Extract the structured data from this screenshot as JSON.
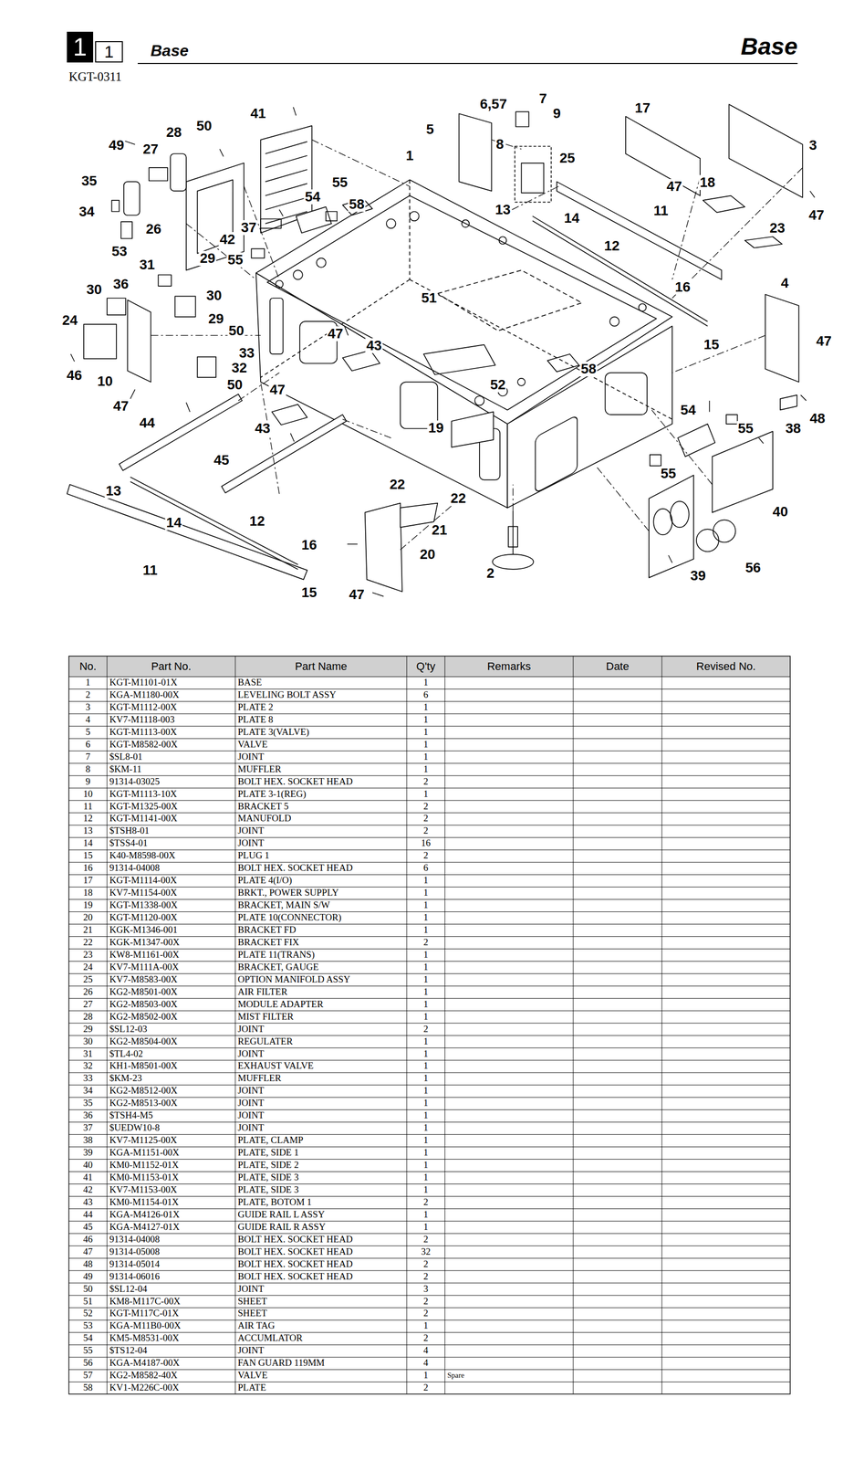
{
  "diagram": {
    "title": "Base",
    "nodes": [
      {
        "text": [
          "1"
        ]
      },
      {
        "text": [
          "1"
        ]
      }
    ],
    "edges": [],
    "labels": [
      "Base",
      "KGT-0311",
      "6,57",
      "7",
      "9",
      "5",
      "8",
      "25",
      "17",
      "3",
      "41",
      "1",
      "28",
      "50",
      "49",
      "27",
      "35",
      "34",
      "26",
      "53",
      "42",
      "37",
      "54",
      "55",
      "58",
      "55",
      "47",
      "18",
      "47",
      "13",
      "14",
      "11",
      "23",
      "12",
      "16",
      "4",
      "15",
      "47",
      "31",
      "29",
      "30",
      "36",
      "30",
      "24",
      "29",
      "50",
      "33",
      "32",
      "50",
      "46",
      "10",
      "47",
      "51",
      "47",
      "43",
      "58",
      "52",
      "47",
      "43",
      "44",
      "54",
      "55",
      "38",
      "48",
      "19",
      "45",
      "40",
      "13",
      "14",
      "22",
      "22",
      "55",
      "21",
      "12",
      "16",
      "20",
      "11",
      "15",
      "2",
      "56",
      "39",
      "47",
      "No.",
      "Part No.",
      "Part Name",
      "Q'ty",
      "Remarks",
      "Date",
      "Revised No.",
      "1",
      "KGT-M1101-01X",
      "BASE",
      "1",
      "2",
      "KGA-M1180-00X",
      "LEVELING BOLT ASSY",
      "6",
      "3",
      "KGT-M1112-00X",
      "PLATE 2",
      "1",
      "4",
      "KV7-M1118-003",
      "PLATE 8",
      "1",
      "5",
      "KGT-M1113-00X",
      "PLATE 3(VALVE)",
      "1",
      "6",
      "KGT-M8582-00X",
      "VALVE",
      "1",
      "7",
      "$SL8-01",
      "JOINT",
      "1",
      "8",
      "$KM-11",
      "MUFFLER",
      "1",
      "9",
      "91314-03025",
      "BOLT HEX. SOCKET HEAD",
      "2",
      "10",
      "KGT-M1113-10X",
      "PLATE 3-1(REG)",
      "1",
      "11",
      "KGT-M1325-00X",
      "BRACKET 5",
      "2",
      "12",
      "KGT-M1141-00X",
      "MANUFOLD",
      "2",
      "13",
      "$TSH8-01",
      "JOINT",
      "2",
      "14",
      "$TSS4-01",
      "JOINT",
      "16",
      "15",
      "K40-M8598-00X",
      "PLUG 1",
      "2",
      "16",
      "91314-04008",
      "BOLT HEX. SOCKET HEAD",
      "6",
      "17",
      "KGT-M1114-00X",
      "PLATE 4(I/O)",
      "1",
      "18",
      "KV7-M1154-00X",
      "BRKT., POWER SUPPLY",
      "1",
      "19",
      "KGT-M1338-00X",
      "BRACKET, MAIN S/W",
      "1",
      "20",
      "KGT-M1120-00X",
      "PLATE 10(CONNECTOR)",
      "1",
      "21",
      "KGK-M1346-001",
      "BRACKET FD",
      "1",
      "22",
      "KGK-M1347-00X",
      "BRACKET FIX",
      "2",
      "23",
      "KW8-M1161-00X",
      "PLATE 11(TRANS)",
      "1",
      "24",
      "KV7-M111A-00X",
      "BRACKET, GAUGE",
      "1",
      "25",
      "KV7-M8583-00X",
      "OPTION MANIFOLD ASSY",
      "1",
      "26",
      "KG2-M8501-00X",
      "AIR FILTER",
      "1",
      "27",
      "KG2-M8503-00X",
      "MODULE ADAPTER",
      "1",
      "28",
      "KG2-M8502-00X",
      "MIST FILTER",
      "1",
      "29",
      "$SL12-03",
      "JOINT",
      "2",
      "30",
      "KG2-M8504-00X",
      "REGULATER",
      "1",
      "31",
      "$TL4-02",
      "JOINT",
      "1",
      "32",
      "KH1-M8501-00X",
      "EXHAUST VALVE",
      "1",
      "33",
      "$KM-23",
      "MUFFLER",
      "1",
      "34",
      "KG2-M8512-00X",
      "JOINT",
      "1",
      "35",
      "KG2-M8513-00X",
      "JOINT",
      "1",
      "36",
      "$TSH4-M5",
      "JOINT",
      "1",
      "37",
      "$UEDW10-8",
      "JOINT",
      "1",
      "38",
      "KV7-M1125-00X",
      "PLATE, CLAMP",
      "1",
      "39",
      "KGA-M1151-00X",
      "PLATE, SIDE 1",
      "1",
      "40",
      "KM0-M1152-01X",
      "PLATE, SIDE 2",
      "1",
      "41",
      "KM0-M1153-01X",
      "PLATE, SIDE 3",
      "1",
      "42",
      "KV7-M1153-00X",
      "PLATE, SIDE 3",
      "1",
      "43",
      "KM0-M1154-01X",
      "PLATE, BOTOM 1",
      "2",
      "44",
      "KGA-M4126-01X",
      "GUIDE RAIL L ASSY",
      "1",
      "45",
      "KGA-M4127-01X",
      "GUIDE RAIL R ASSY",
      "1",
      "46",
      "91314-04008",
      "BOLT HEX. SOCKET HEAD",
      "2",
      "47",
      "91314-05008",
      "BOLT HEX. SOCKET HEAD",
      "32",
      "48",
      "91314-05014",
      "BOLT HEX. SOCKET HEAD",
      "2",
      "49",
      "91314-06016",
      "BOLT HEX. SOCKET HEAD",
      "2",
      "50",
      "$SL12-04",
      "JOINT",
      "3",
      "51",
      "KM8-M117C-00X",
      "SHEET",
      "2",
      "52",
      "KGT-M117C-01X",
      "SHEET",
      "2",
      "53",
      "KGA-M11B0-00X",
      "AIR TAG",
      "1",
      "54",
      "KM5-M8531-00X",
      "ACCUMLATOR",
      "2",
      "55",
      "$TS12-04",
      "JOINT",
      "4",
      "56",
      "KGA-M4187-00X",
      "FAN GUARD 119MM",
      "4",
      "57",
      "KG2-M8582-40X",
      "VALVE",
      "1",
      "Spare",
      "58",
      "KV1-M226C-00X",
      "PLATE",
      "2"
    ]
  }
}
